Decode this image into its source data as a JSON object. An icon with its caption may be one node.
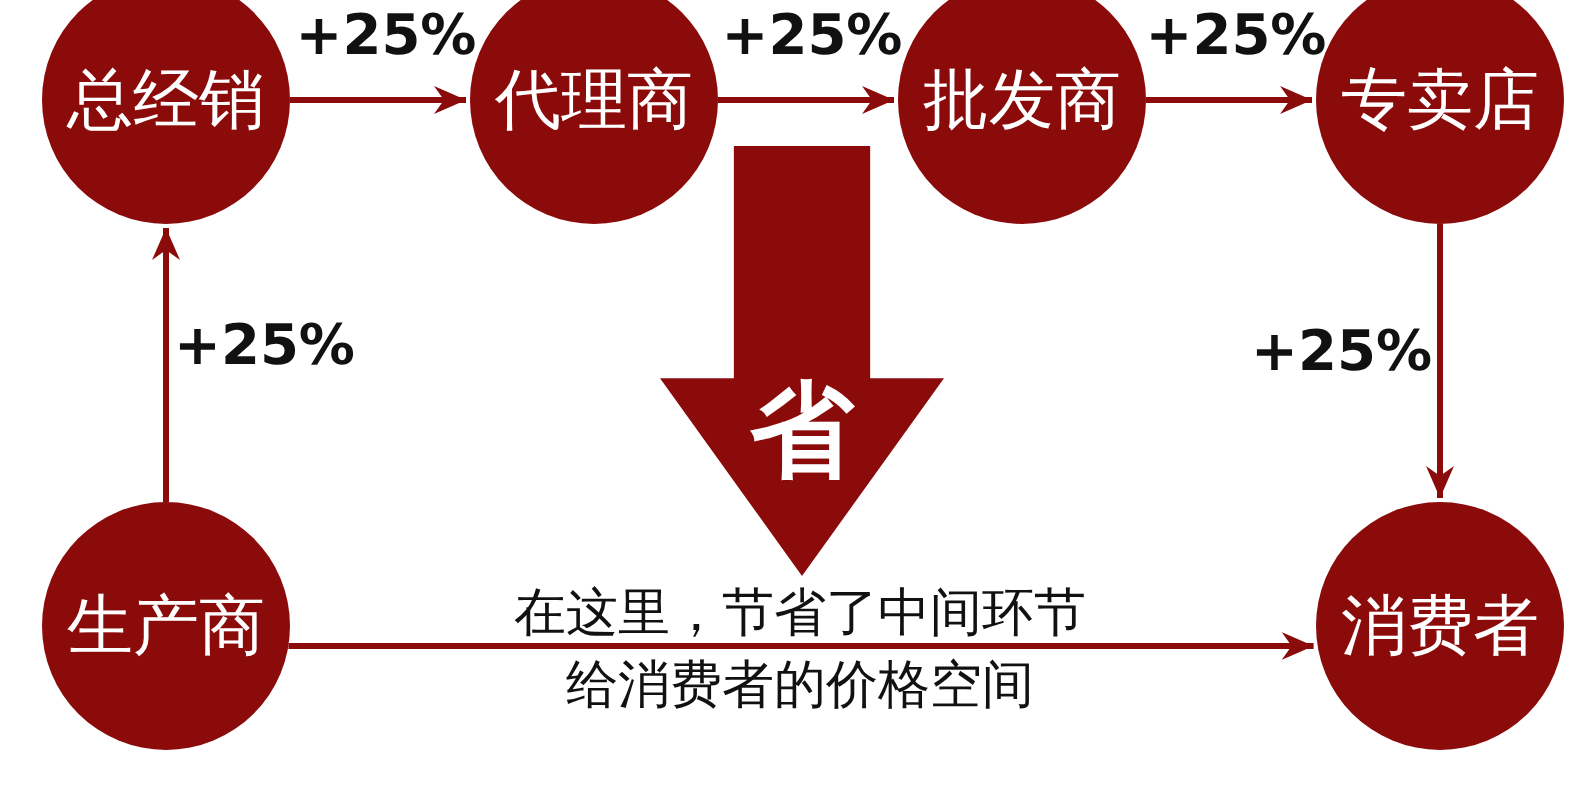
{
  "diagram": {
    "nodes": [
      {
        "text": [
          "总经销"
        ]
      },
      {
        "text": [
          "代理商"
        ]
      },
      {
        "text": [
          "批发商"
        ]
      },
      {
        "text": [
          "专卖店"
        ]
      },
      {
        "text": [
          "省"
        ]
      },
      {
        "text": [
          "生产商"
        ]
      },
      {
        "text": [
          "消费者"
        ]
      }
    ],
    "edges": [
      {
        "from": 0,
        "to": 1,
        "arrow": "to",
        "label": "+25%"
      },
      {
        "from": 1,
        "to": 2,
        "arrow": "to",
        "label": "+25%"
      },
      {
        "from": 2,
        "to": 3,
        "arrow": "to",
        "label": "+25%"
      },
      {
        "from": 5,
        "to": 0,
        "arrow": "to",
        "label": "+25%"
      },
      {
        "from": 3,
        "to": 6,
        "arrow": "to",
        "label": "+25%"
      },
      {
        "from": 5,
        "to": 6,
        "arrow": "to",
        "label": "在这里，节省了中间环节给消费者的价格空间"
      }
    ]
  }
}
